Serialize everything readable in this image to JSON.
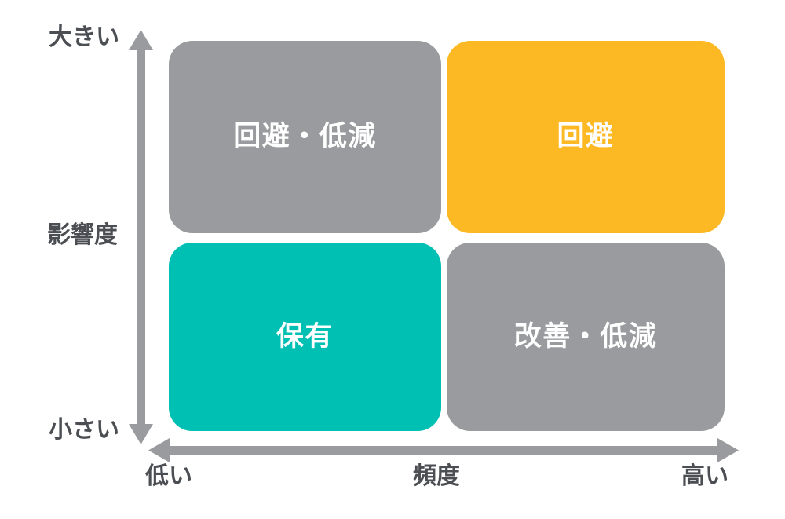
{
  "chart_data": {
    "type": "heatmap",
    "title": "",
    "subtitle": "",
    "xlabel": "頻度",
    "ylabel": "影響度",
    "x_axis": {
      "name": "頻度",
      "low_label": "低い",
      "high_label": "高い",
      "direction": "double-arrow"
    },
    "y_axis": {
      "name": "影響度",
      "low_label": "小さい",
      "high_label": "大きい",
      "direction": "double-arrow"
    },
    "grid": false,
    "legend": "none",
    "categories_x": [
      "低い",
      "高い"
    ],
    "categories_y": [
      "大きい",
      "小さい"
    ],
    "cells": [
      {
        "id": "top-left",
        "x": "低い",
        "y": "大きい",
        "label": "回避・低減",
        "color": "#9a9b9e",
        "text_color": "#ffffff"
      },
      {
        "id": "top-right",
        "x": "高い",
        "y": "大きい",
        "label": "回避",
        "color": "#fdb924",
        "text_color": "#ffffff"
      },
      {
        "id": "bottom-left",
        "x": "低い",
        "y": "小さい",
        "label": "保有",
        "color": "#00bfb3",
        "text_color": "#ffffff"
      },
      {
        "id": "bottom-right",
        "x": "高い",
        "y": "小さい",
        "label": "改善・低減",
        "color": "#9a9b9e",
        "text_color": "#ffffff"
      }
    ],
    "colors": {
      "gray": "#9a9b9e",
      "amber": "#fdb924",
      "teal": "#00bfb3",
      "axis": "#9a9b9e",
      "axis_text": "#4b4e53",
      "background": "#ffffff"
    }
  },
  "matrix": {
    "top_left_label": "回避・低減",
    "top_right_label": "回避",
    "bottom_left_label": "保有",
    "bottom_right_label": "改善・低減"
  },
  "axes": {
    "y_high": "大きい",
    "y_name": "影響度",
    "y_low": "小さい",
    "x_low": "低い",
    "x_name": "頻度",
    "x_high": "高い"
  }
}
